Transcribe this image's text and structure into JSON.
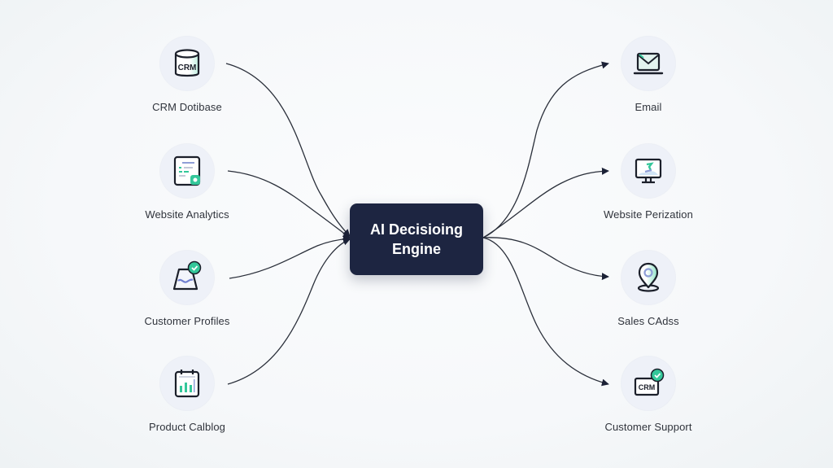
{
  "engine": {
    "label": "AI Decisioing Engine"
  },
  "inputs": [
    {
      "label": "CRM Dotibase",
      "icon": "database-icon",
      "icon_text": "CRM"
    },
    {
      "label": "Website Analytics",
      "icon": "analytics-document-icon"
    },
    {
      "label": "Customer Profiles",
      "icon": "profile-check-icon"
    },
    {
      "label": "Product Calblog",
      "icon": "calendar-chart-icon"
    }
  ],
  "outputs": [
    {
      "label": "Email",
      "icon": "email-laptop-icon"
    },
    {
      "label": "Website Perization",
      "icon": "monitor-icon"
    },
    {
      "label": "Sales CAdss",
      "icon": "location-pin-icon"
    },
    {
      "label": "Customer Support",
      "icon": "crm-check-icon",
      "icon_text": "CRM"
    }
  ],
  "colors": {
    "engine_bg": "#1d2541",
    "accent_green": "#34c79a",
    "accent_blue": "#8f9fd8",
    "icon_stroke": "#1b1f2a",
    "node_bg": "#eef1f8"
  }
}
